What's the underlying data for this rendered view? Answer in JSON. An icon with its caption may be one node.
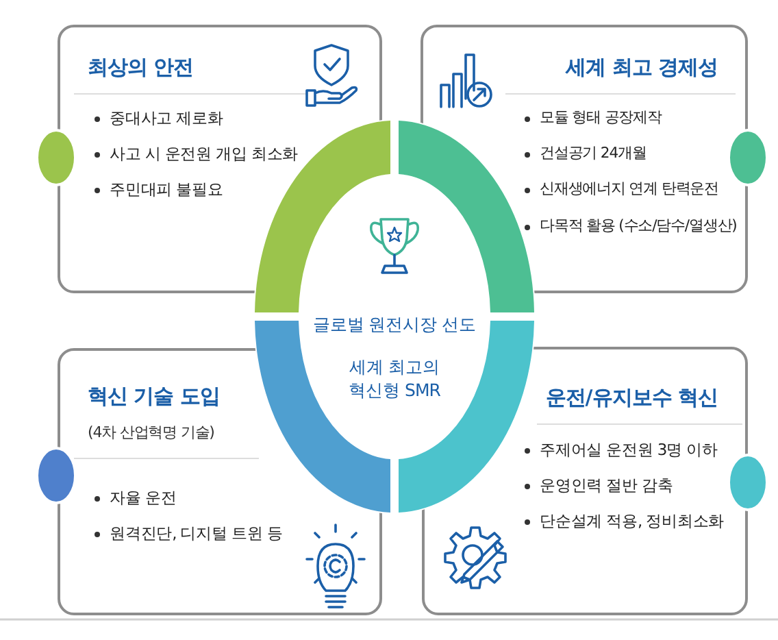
{
  "diagram": {
    "nodes": [
      {
        "text": [
          "최상의 안전",
          "중대사고 제로화",
          "사고 시 운전원 개입 최소화",
          "주민대피 불필요"
        ]
      },
      {
        "text": [
          "세계 최고 경제성",
          "모듈 형태 공장제작",
          "건설공기 24개월",
          "신재생에너지 연계 탄력운전",
          "다목적 활용 (수소/담수/열생산)"
        ]
      },
      {
        "text": [
          "혁신 기술 도입",
          "(4차 산업혁명 기술)",
          "자율 운전",
          "원격진단, 디지털 트윈 등"
        ]
      },
      {
        "text": [
          "운전/유지보수 혁신",
          "주제어실 운전원 3명 이하",
          "운영인력 절반 감축",
          "단순설계 적용, 정비최소화"
        ]
      },
      {
        "text": [
          "글로벌 원전시장 선도",
          "세계 최고의 혁신형 SMR"
        ]
      }
    ]
  }
}
